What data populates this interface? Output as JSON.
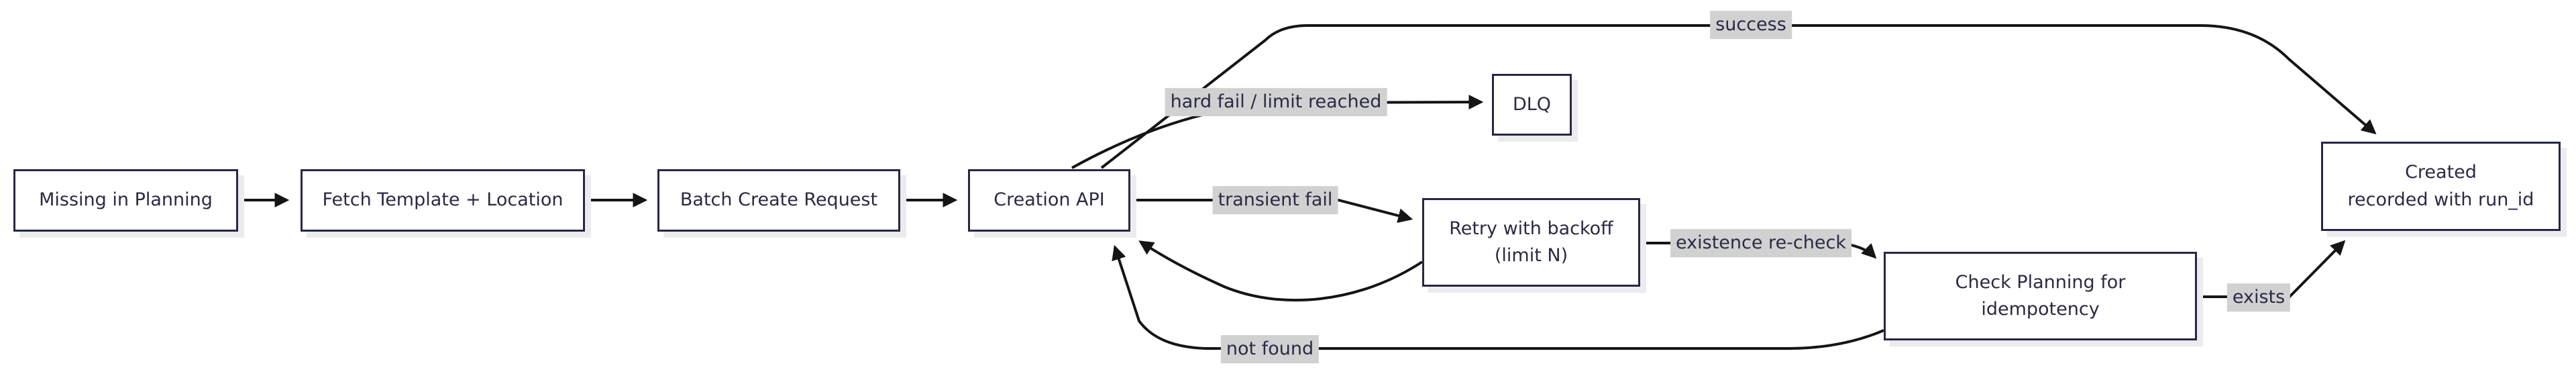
{
  "diagram": {
    "type": "flowchart",
    "direction": "left-to-right",
    "colors": {
      "node_fill": "#ffffff",
      "node_border": "#272746",
      "node_text": "#2a2a45",
      "edge_stroke": "#151515",
      "edge_label_bg": "#d1d1d1",
      "shadow": "#ececf0",
      "background": "#ffffff"
    },
    "nodes": [
      {
        "id": "missing",
        "label": "Missing in Planning"
      },
      {
        "id": "fetch",
        "label": "Fetch Template + Location"
      },
      {
        "id": "batch",
        "label": "Batch Create Request"
      },
      {
        "id": "creation",
        "label": "Creation API"
      },
      {
        "id": "dlq",
        "label": "DLQ"
      },
      {
        "id": "retry",
        "label": "Retry with backoff\n(limit N)"
      },
      {
        "id": "check",
        "label": "Check Planning for\nidempotency"
      },
      {
        "id": "created",
        "label": "Created\nrecorded with run_id"
      }
    ],
    "edges": [
      {
        "from": "missing",
        "to": "fetch",
        "label": ""
      },
      {
        "from": "fetch",
        "to": "batch",
        "label": ""
      },
      {
        "from": "batch",
        "to": "creation",
        "label": ""
      },
      {
        "from": "creation",
        "to": "created",
        "label": "success"
      },
      {
        "from": "creation",
        "to": "dlq",
        "label": "hard fail / limit reached"
      },
      {
        "from": "creation",
        "to": "retry",
        "label": "transient fail"
      },
      {
        "from": "retry",
        "to": "creation",
        "label": ""
      },
      {
        "from": "retry",
        "to": "check",
        "label": "existence re-check"
      },
      {
        "from": "check",
        "to": "created",
        "label": "exists"
      },
      {
        "from": "check",
        "to": "creation",
        "label": "not found"
      }
    ]
  }
}
